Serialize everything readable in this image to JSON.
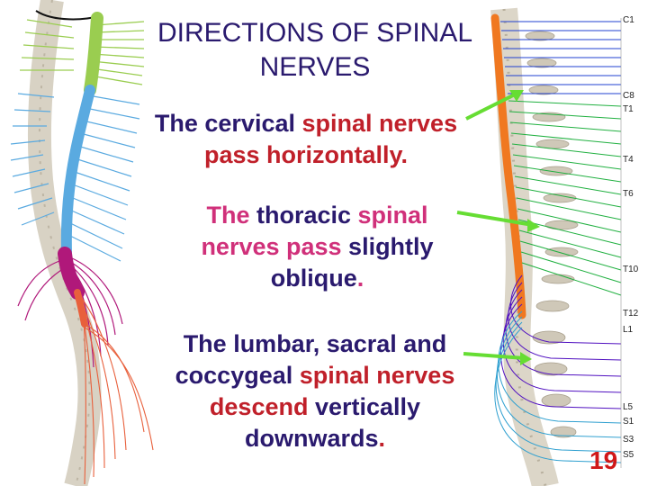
{
  "title": {
    "line1": "DIRECTIONS OF SPINAL",
    "line2": "NERVES"
  },
  "cervical": {
    "l1a": "The cervical ",
    "l1b": "spinal nerves",
    "l2a": "pass horizontally",
    "l2b": "."
  },
  "thoracic": {
    "l1a": "The ",
    "l1b": "thoracic",
    "l1c": " spinal",
    "l2a": "nerves pass",
    "l2b": " slightly",
    "l3a": "oblique",
    "l3b": "."
  },
  "lumbar": {
    "l1a": "The lumbar, sacral and",
    "l2a": "coccygeal ",
    "l2b": "spinal nerves",
    "l3a": "descend ",
    "l3b": "vertically",
    "l4a": "downwards",
    "l4b": "."
  },
  "slide_number": "19",
  "level_labels": [
    "C1",
    "C8",
    "T1",
    "T4",
    "T6",
    "T10",
    "T12",
    "L1",
    "L5",
    "S1",
    "S3",
    "S5"
  ],
  "colors": {
    "cervical": "#9acd50",
    "thoracic": "#5aaae0",
    "lumbar": "#b0187a",
    "sacral": "#e8603c",
    "spinal_cord_right": "#f07820",
    "arrow": "#66dd33",
    "cervical_nerves": "#2040d0",
    "thoracic_nerves": "#20b040",
    "lumbar_nerves": "#5010c0",
    "sacral_nerves": "#30a0d0"
  }
}
